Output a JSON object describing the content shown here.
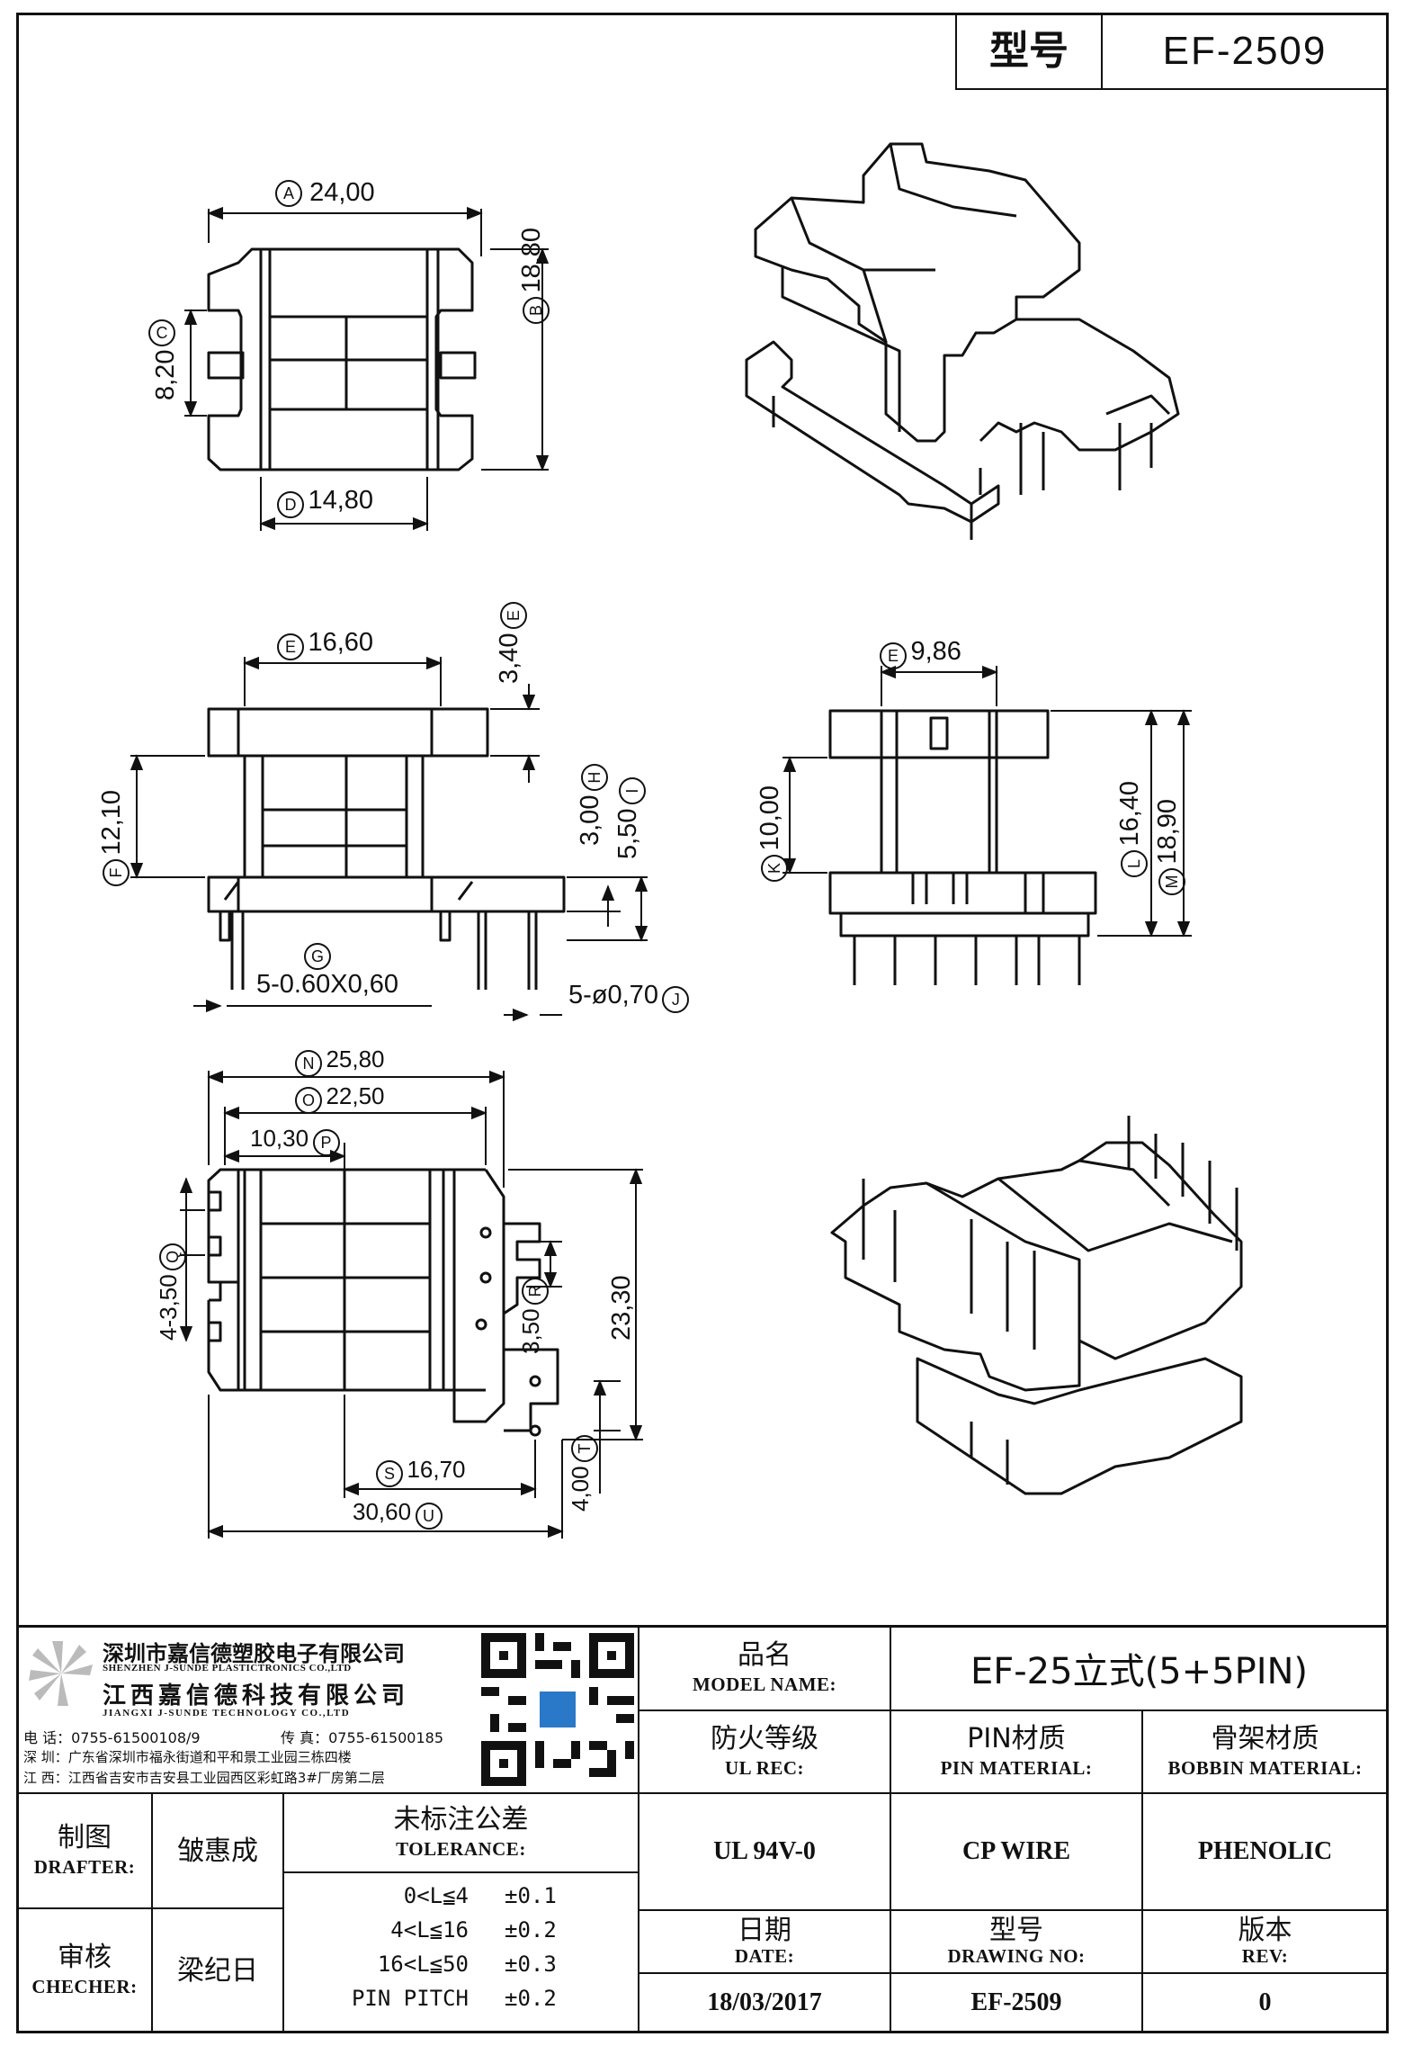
{
  "header": {
    "model_label": "型号",
    "model_value": "EF-2509"
  },
  "top_view": {
    "dims": [
      {
        "id": "A",
        "label": "A",
        "text": "24,00"
      },
      {
        "id": "B",
        "label": "B",
        "text": "18,80"
      },
      {
        "id": "C",
        "label": "C",
        "text": "8,20"
      },
      {
        "id": "D",
        "label": "D",
        "text": "14,80"
      }
    ]
  },
  "front_view": {
    "dims": [
      {
        "label": "E",
        "text": "16,60"
      },
      {
        "label": "E",
        "text": "3,40"
      },
      {
        "label": "F",
        "text": "12,10"
      },
      {
        "label": "H",
        "text": "3,00"
      },
      {
        "label": "I",
        "text": "5,50"
      },
      {
        "label": "G",
        "text": "5-0.60X0,60"
      },
      {
        "label": "J",
        "text": "5-ø0,70"
      }
    ]
  },
  "side_view": {
    "dims": [
      {
        "label": "E",
        "text": "9,86"
      },
      {
        "label": "K",
        "text": "10,00"
      },
      {
        "label": "L",
        "text": "16,40"
      },
      {
        "label": "M",
        "text": "18,90"
      }
    ]
  },
  "bottom_view": {
    "dims": [
      {
        "label": "N",
        "text": "25,80"
      },
      {
        "label": "O",
        "text": "22,50"
      },
      {
        "label": "P",
        "text": "10,30"
      },
      {
        "label": "Q",
        "text": "4-3,50"
      },
      {
        "label": "R",
        "text": "3,50"
      },
      {
        "label": "S",
        "text": "16,70"
      },
      {
        "label": "T",
        "text": "4,00"
      },
      {
        "label": "U",
        "text": "30,60"
      },
      {
        "label": "",
        "text": "23,30"
      }
    ]
  },
  "company": {
    "name_cn_1": "深圳市嘉信德塑胶电子有限公司",
    "name_en_1": "SHENZHEN J-SUNDE PLASTICTRONICS CO.,LTD",
    "name_cn_2": "江西嘉信德科技有限公司",
    "name_en_2": "JIANGXI J-SUNDE TECHNOLOGY CO.,LTD",
    "phone": "电 话：0755-61500108/9",
    "fax": "传 真：0755-61500185",
    "addr_sz": "深 圳：广东省深圳市福永街道和平和景工业园三栋四楼",
    "addr_jx": "江 西：江西省吉安市吉安县工业园西区彩虹路3#厂房第二层"
  },
  "title_block": {
    "model_name_cn": "品名",
    "model_name_en": "MODEL NAME:",
    "model_name_value": "EF-25立式(5+5PIN)",
    "ul_cn": "防火等级",
    "ul_en": "UL REC:",
    "ul_value": "UL 94V-0",
    "pin_cn": "PIN材质",
    "pin_en": "PIN MATERIAL:",
    "pin_value": "CP WIRE",
    "bobbin_cn": "骨架材质",
    "bobbin_en": "BOBBIN MATERIAL:",
    "bobbin_value": "PHENOLIC",
    "drafter_cn": "制图",
    "drafter_en": "DRAFTER:",
    "drafter_value": "皱惠成",
    "checker_cn": "审核",
    "checker_en": "CHECHER:",
    "checker_value": "梁纪日",
    "tol_cn": "未标注公差",
    "tol_en": "TOLERANCE:",
    "tol_rows": [
      {
        "range": "0<L≦4",
        "value": "±0.1"
      },
      {
        "range": "4<L≦16",
        "value": "±0.2"
      },
      {
        "range": "16<L≦50",
        "value": "±0.3"
      },
      {
        "range": "PIN PITCH",
        "value": "±0.2"
      }
    ],
    "date_cn": "日期",
    "date_en": "DATE:",
    "date_value": "18/03/2017",
    "drawno_cn": "型号",
    "drawno_en": "DRAWING NO:",
    "drawno_value": "EF-2509",
    "rev_cn": "版本",
    "rev_en": "REV:",
    "rev_value": "0"
  }
}
